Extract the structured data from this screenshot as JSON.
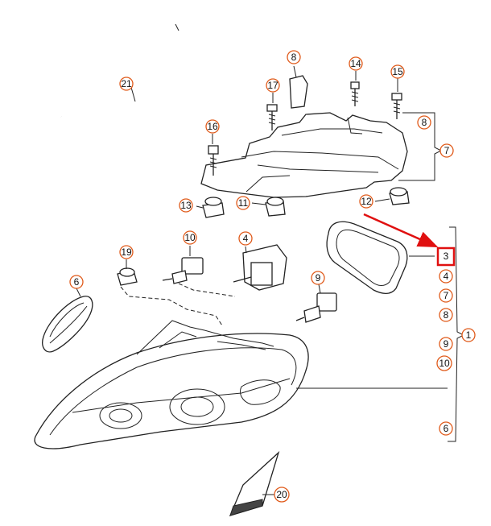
{
  "callouts": {
    "c21": "21",
    "c8_top": "8",
    "c14": "14",
    "c15": "15",
    "c17": "17",
    "c16": "16",
    "c8_side": "8",
    "c7_side": "7",
    "c13": "13",
    "c11": "11",
    "c12": "12",
    "c10_bulb": "10",
    "c4_module": "4",
    "c19": "19",
    "c6_ring": "6",
    "c9_bulb": "9",
    "c3": "3",
    "c4_list": "4",
    "c7_list": "7",
    "c8_list": "8",
    "c9_list": "9",
    "c10_list": "10",
    "c6_list": "6",
    "c1": "1",
    "c20": "20"
  },
  "colors": {
    "callout_ring": "#e05a1a",
    "highlight": "#e01010",
    "line": "#222222"
  },
  "highlight": {
    "target": "3",
    "arrow": "red-arrow"
  }
}
